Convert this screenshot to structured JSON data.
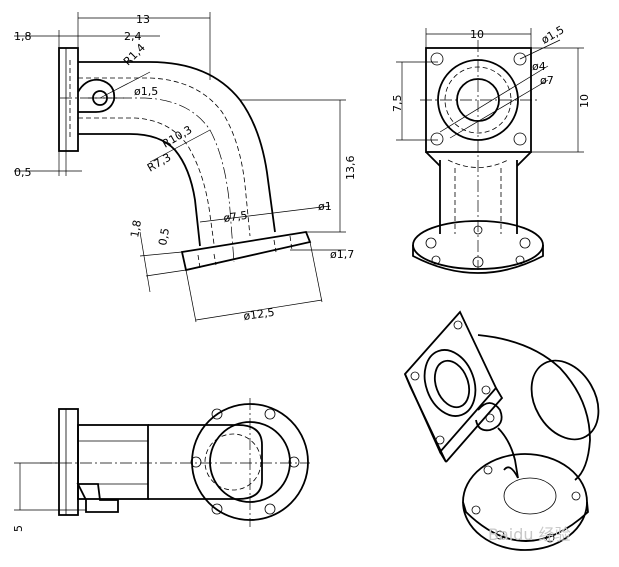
{
  "dimensions": {
    "length_13": "13",
    "offset_1_8": "1,8",
    "offset_2_4": "2,4",
    "radius_r1_4": "R1,4",
    "dia_1_5_front": "ø1,5",
    "radius_r10_3": "R10,3",
    "radius_r7_3": "R7,3",
    "thick_0_5_top": "0,5",
    "height_13_6": "13,6",
    "dia_7_5": "ø7,5",
    "dia_1": "ø1",
    "flange_1_8": "1,8",
    "flange_0_5": "0,5",
    "dia_1_7": "ø1,7",
    "dia_12_5": "ø12,5",
    "width_10_side": "10",
    "dia_1_5_side": "ø1,5",
    "dia_4": "ø4",
    "dia_7": "ø7",
    "height_7_5": "7,5",
    "height_10": "10",
    "offset_5": "5"
  },
  "watermark": "Baidu 经验"
}
